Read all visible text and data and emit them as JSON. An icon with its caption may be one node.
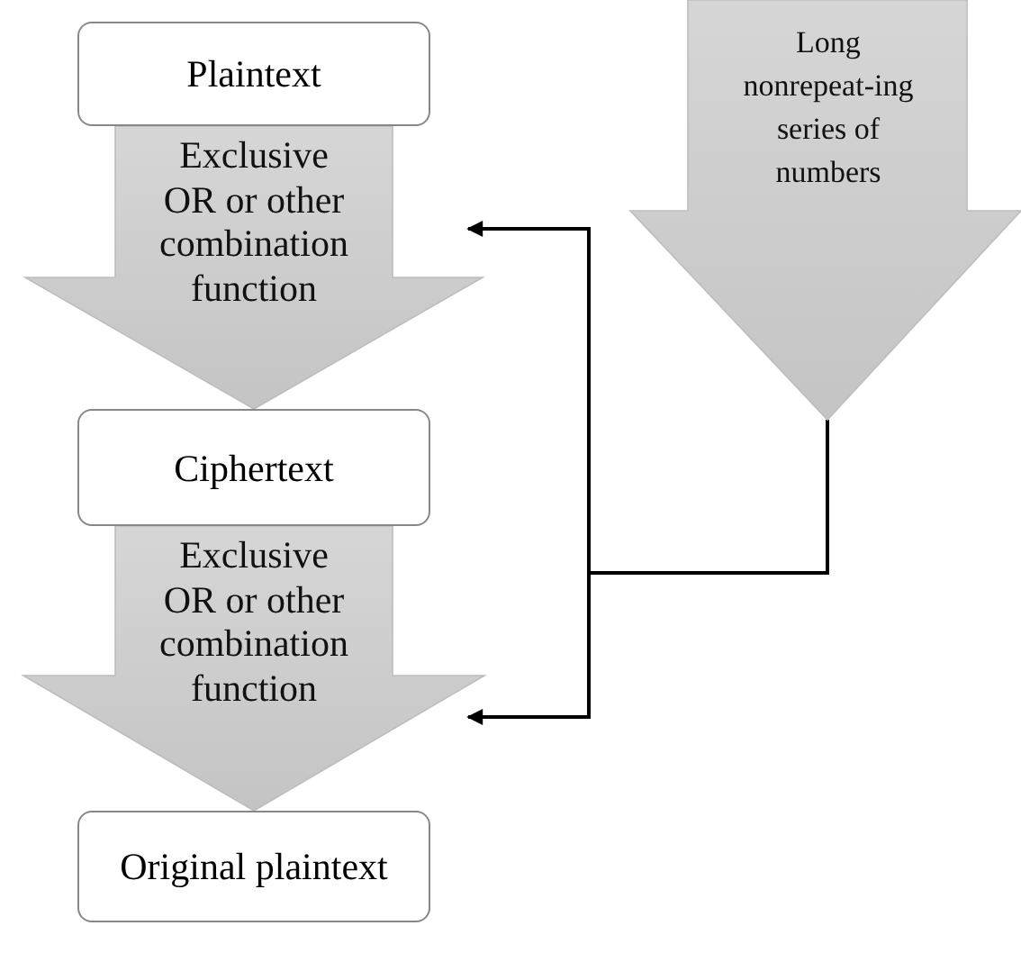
{
  "diagram": {
    "nodes": [
      {
        "text": [
          "Plaintext"
        ]
      },
      {
        "text": [
          "Ciphertext"
        ]
      },
      {
        "text": [
          "Original plaintext"
        ]
      },
      {
        "text": [
          "Long nonrepeat-ing series of numbers"
        ]
      }
    ],
    "edges": [
      {
        "from": 0,
        "to": 1,
        "arrow": "to",
        "label": "Exclusive OR or other combination function"
      },
      {
        "from": 1,
        "to": 2,
        "arrow": "to",
        "label": "Exclusive OR or other combination function"
      },
      {
        "from": 3,
        "to": null,
        "arrow": "to"
      },
      {
        "from": 3,
        "to": null,
        "arrow": "to"
      }
    ]
  }
}
